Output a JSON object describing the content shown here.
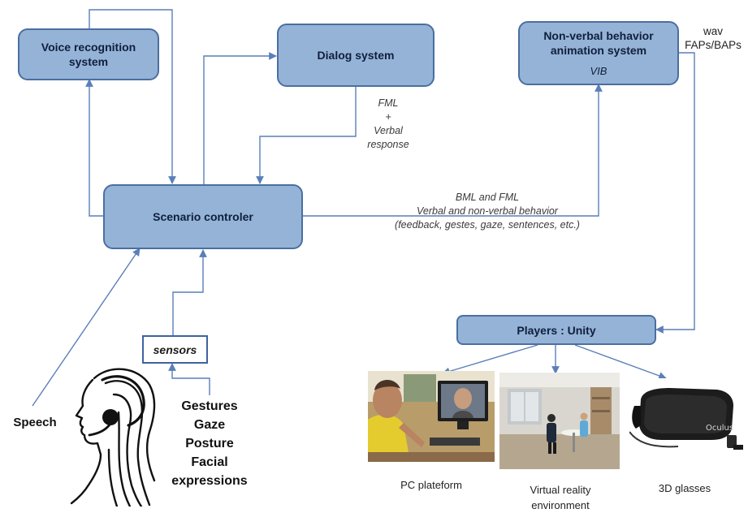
{
  "nodes": {
    "voice": "Voice recognition system",
    "dialog": "Dialog system",
    "nvb_title": "Non-verbal behavior animation system",
    "nvb_sub": "VIB",
    "scenario": "Scenario controler",
    "players": "Players : Unity",
    "sensors": "sensors"
  },
  "edge_labels": {
    "fml_1": "FML",
    "fml_2": "+",
    "fml_3": "Verbal",
    "fml_4": "response",
    "bml_1": "BML and FML",
    "bml_2": "Verbal and non-verbal behavior",
    "bml_3": "(feedback, gestes, gaze,  sentences, etc.)",
    "wav_1": "wav",
    "wav_2": "FAPs/BAPs"
  },
  "inputs": {
    "speech": "Speech",
    "gestures": "Gestures",
    "gaze": "Gaze",
    "posture": "Posture",
    "facial": "Facial",
    "expressions": "expressions"
  },
  "outputs": {
    "pc": "PC plateform",
    "vr_1": "Virtual reality",
    "vr_2": "environment",
    "glasses": "3D glasses",
    "oculus_logo": "Oculus"
  },
  "colors": {
    "node_fill": "#95b3d7",
    "node_border": "#4a6fa0",
    "wire": "#5a7fb8"
  }
}
